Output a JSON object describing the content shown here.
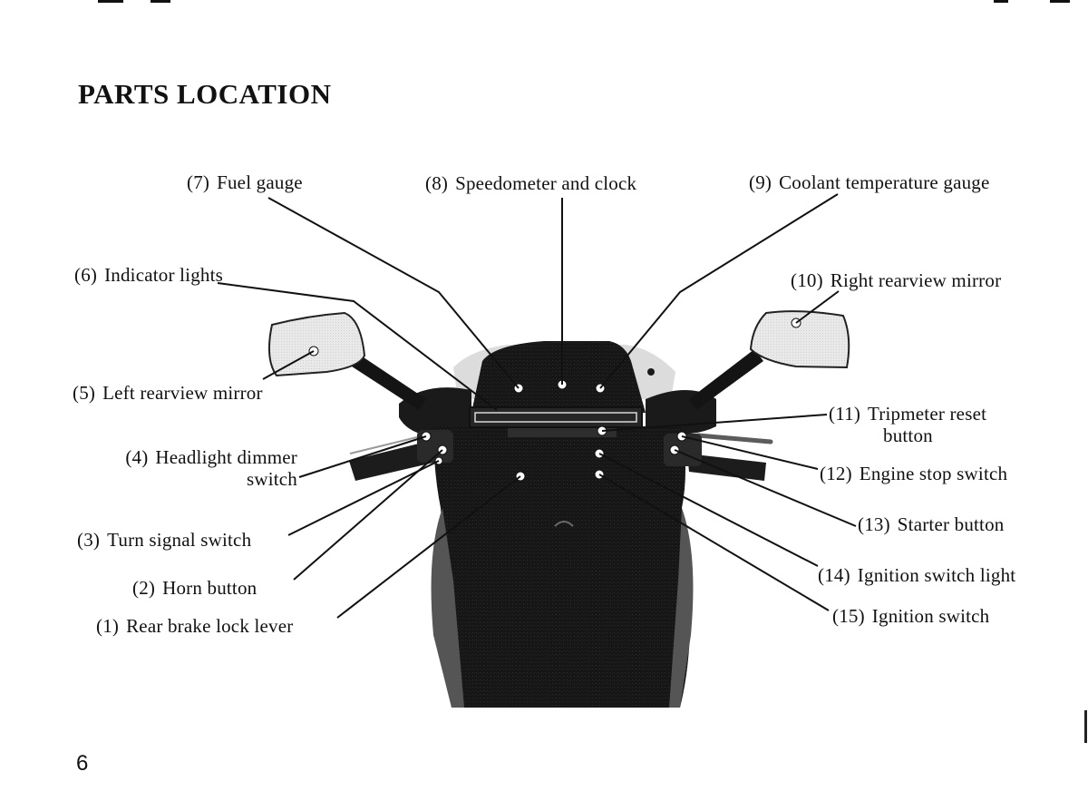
{
  "page": {
    "title": "PARTS LOCATION",
    "page_number": "6"
  },
  "callouts": [
    {
      "id": 1,
      "number": "(1)",
      "label": "Rear brake lock lever"
    },
    {
      "id": 2,
      "number": "(2)",
      "label": "Horn button"
    },
    {
      "id": 3,
      "number": "(3)",
      "label": "Turn signal switch"
    },
    {
      "id": 4,
      "number": "(4)",
      "label": "Headlight dimmer",
      "label_line2": "switch"
    },
    {
      "id": 5,
      "number": "(5)",
      "label": "Left rearview mirror"
    },
    {
      "id": 6,
      "number": "(6)",
      "label": "Indicator lights"
    },
    {
      "id": 7,
      "number": "(7)",
      "label": "Fuel gauge"
    },
    {
      "id": 8,
      "number": "(8)",
      "label": "Speedometer and clock"
    },
    {
      "id": 9,
      "number": "(9)",
      "label": "Coolant temperature gauge"
    },
    {
      "id": 10,
      "number": "(10)",
      "label": "Right rearview mirror"
    },
    {
      "id": 11,
      "number": "(11)",
      "label": "Tripmeter reset",
      "label_line2": "button"
    },
    {
      "id": 12,
      "number": "(12)",
      "label": "Engine stop switch"
    },
    {
      "id": 13,
      "number": "(13)",
      "label": "Starter button"
    },
    {
      "id": 14,
      "number": "(14)",
      "label": "Ignition switch light"
    },
    {
      "id": 15,
      "number": "(15)",
      "label": "Ignition switch"
    }
  ]
}
